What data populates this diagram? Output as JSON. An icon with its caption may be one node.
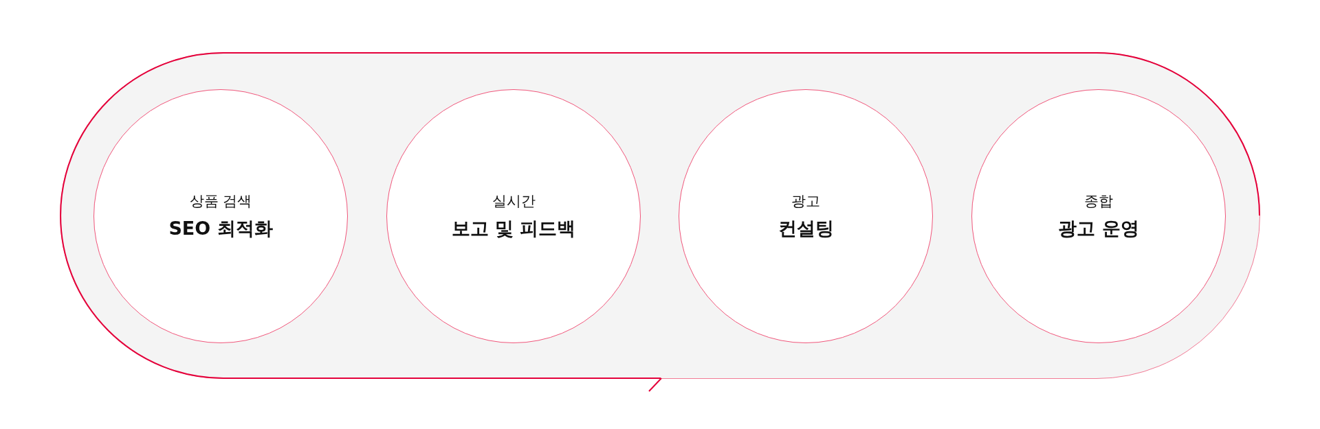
{
  "diagram": {
    "nodes": [
      {
        "text": [],
        "shape": "band"
      },
      {
        "text": [
          "상품 검색",
          "SEO 최적화"
        ],
        "in": 0
      },
      {
        "text": [
          "실시간",
          "보고 및 피드백"
        ],
        "in": 0
      },
      {
        "text": [
          "광고",
          "컨설팅"
        ],
        "in": 0
      },
      {
        "text": [
          "종합",
          "광고 운영"
        ],
        "in": 0
      }
    ]
  }
}
